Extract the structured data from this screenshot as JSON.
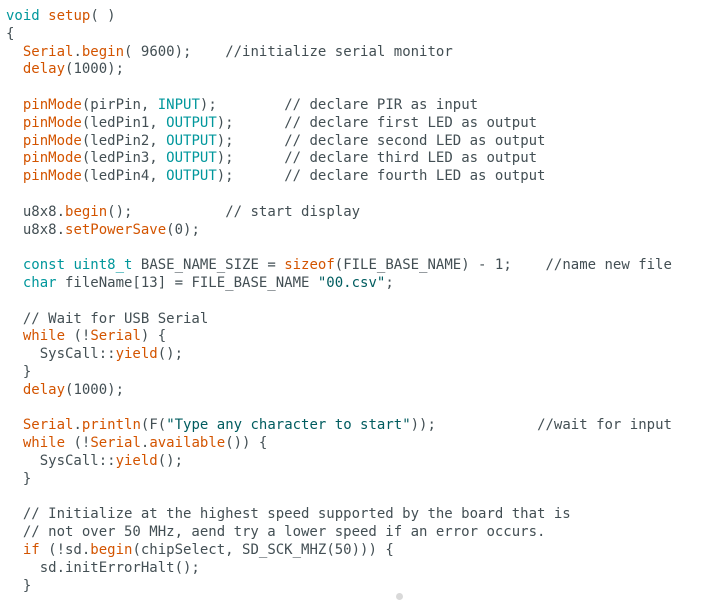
{
  "colors": {
    "background": "#ffffff",
    "plain": "#434f54",
    "keyword": "#d35400",
    "type": "#00979c",
    "constant": "#00979c",
    "comment": "#434f54",
    "string": "#005c5f"
  },
  "editor": {
    "lines": [
      [
        [
          "ty",
          "void"
        ],
        [
          "tx",
          " "
        ],
        [
          "kw",
          "setup"
        ],
        [
          "tx",
          "( )"
        ]
      ],
      [
        [
          "tx",
          "{"
        ]
      ],
      [
        [
          "tx",
          "  "
        ],
        [
          "kw",
          "Serial"
        ],
        [
          "tx",
          "."
        ],
        [
          "kw",
          "begin"
        ],
        [
          "tx",
          "( 9600);    "
        ],
        [
          "cm",
          "//initialize serial monitor"
        ]
      ],
      [
        [
          "tx",
          "  "
        ],
        [
          "kw",
          "delay"
        ],
        [
          "tx",
          "(1000);"
        ]
      ],
      [],
      [
        [
          "tx",
          "  "
        ],
        [
          "kw",
          "pinMode"
        ],
        [
          "tx",
          "(pirPin, "
        ],
        [
          "cn",
          "INPUT"
        ],
        [
          "tx",
          ");        "
        ],
        [
          "cm",
          "// declare PIR as input"
        ]
      ],
      [
        [
          "tx",
          "  "
        ],
        [
          "kw",
          "pinMode"
        ],
        [
          "tx",
          "(ledPin1, "
        ],
        [
          "cn",
          "OUTPUT"
        ],
        [
          "tx",
          ");      "
        ],
        [
          "cm",
          "// declare first LED as output"
        ]
      ],
      [
        [
          "tx",
          "  "
        ],
        [
          "kw",
          "pinMode"
        ],
        [
          "tx",
          "(ledPin2, "
        ],
        [
          "cn",
          "OUTPUT"
        ],
        [
          "tx",
          ");      "
        ],
        [
          "cm",
          "// declare second LED as output"
        ]
      ],
      [
        [
          "tx",
          "  "
        ],
        [
          "kw",
          "pinMode"
        ],
        [
          "tx",
          "(ledPin3, "
        ],
        [
          "cn",
          "OUTPUT"
        ],
        [
          "tx",
          ");      "
        ],
        [
          "cm",
          "// declare third LED as output"
        ]
      ],
      [
        [
          "tx",
          "  "
        ],
        [
          "kw",
          "pinMode"
        ],
        [
          "tx",
          "(ledPin4, "
        ],
        [
          "cn",
          "OUTPUT"
        ],
        [
          "tx",
          ");      "
        ],
        [
          "cm",
          "// declare fourth LED as output"
        ]
      ],
      [],
      [
        [
          "tx",
          "  u8x8."
        ],
        [
          "kw",
          "begin"
        ],
        [
          "tx",
          "();           "
        ],
        [
          "cm",
          "// start display"
        ]
      ],
      [
        [
          "tx",
          "  u8x8."
        ],
        [
          "kw",
          "setPowerSave"
        ],
        [
          "tx",
          "(0);"
        ]
      ],
      [],
      [
        [
          "tx",
          "  "
        ],
        [
          "ty",
          "const"
        ],
        [
          "tx",
          " "
        ],
        [
          "ty",
          "uint8_t"
        ],
        [
          "tx",
          " BASE_NAME_SIZE = "
        ],
        [
          "kw",
          "sizeof"
        ],
        [
          "tx",
          "(FILE_BASE_NAME) - 1;    "
        ],
        [
          "cm",
          "//name new file"
        ]
      ],
      [
        [
          "tx",
          "  "
        ],
        [
          "ty",
          "char"
        ],
        [
          "tx",
          " fileName[13] = FILE_BASE_NAME "
        ],
        [
          "st",
          "\"00.csv\""
        ],
        [
          "tx",
          ";"
        ]
      ],
      [],
      [
        [
          "tx",
          "  "
        ],
        [
          "cm",
          "// Wait for USB Serial"
        ]
      ],
      [
        [
          "tx",
          "  "
        ],
        [
          "kw",
          "while"
        ],
        [
          "tx",
          " (!"
        ],
        [
          "kw",
          "Serial"
        ],
        [
          "tx",
          ") {"
        ]
      ],
      [
        [
          "tx",
          "    SysCall::"
        ],
        [
          "kw",
          "yield"
        ],
        [
          "tx",
          "();"
        ]
      ],
      [
        [
          "tx",
          "  }"
        ]
      ],
      [
        [
          "tx",
          "  "
        ],
        [
          "kw",
          "delay"
        ],
        [
          "tx",
          "(1000);"
        ]
      ],
      [],
      [
        [
          "tx",
          "  "
        ],
        [
          "kw",
          "Serial"
        ],
        [
          "tx",
          "."
        ],
        [
          "kw",
          "println"
        ],
        [
          "tx",
          "(F("
        ],
        [
          "st",
          "\"Type any character to start\""
        ],
        [
          "tx",
          "));            "
        ],
        [
          "cm",
          "//wait for input"
        ]
      ],
      [
        [
          "tx",
          "  "
        ],
        [
          "kw",
          "while"
        ],
        [
          "tx",
          " (!"
        ],
        [
          "kw",
          "Serial"
        ],
        [
          "tx",
          "."
        ],
        [
          "kw",
          "available"
        ],
        [
          "tx",
          "()) {"
        ]
      ],
      [
        [
          "tx",
          "    SysCall::"
        ],
        [
          "kw",
          "yield"
        ],
        [
          "tx",
          "();"
        ]
      ],
      [
        [
          "tx",
          "  }"
        ]
      ],
      [],
      [
        [
          "tx",
          "  "
        ],
        [
          "cm",
          "// Initialize at the highest speed supported by the board that is"
        ]
      ],
      [
        [
          "tx",
          "  "
        ],
        [
          "cm",
          "// not over 50 MHz, aend try a lower speed if an error occurs."
        ]
      ],
      [
        [
          "tx",
          "  "
        ],
        [
          "kw",
          "if"
        ],
        [
          "tx",
          " (!sd."
        ],
        [
          "kw",
          "begin"
        ],
        [
          "tx",
          "(chipSelect, SD_SCK_MHZ(50))) {"
        ]
      ],
      [
        [
          "tx",
          "    sd.initErrorHalt();"
        ]
      ],
      [
        [
          "tx",
          "  }"
        ]
      ]
    ]
  }
}
